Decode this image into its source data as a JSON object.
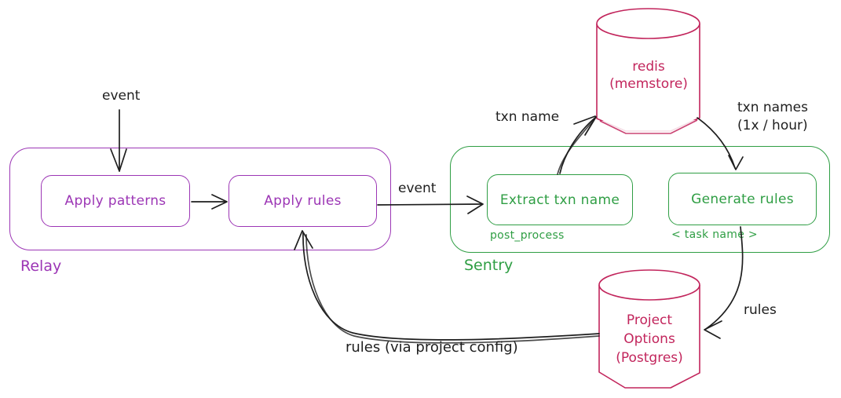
{
  "diagram": {
    "relay": {
      "label": "Relay",
      "apply_patterns": "Apply patterns",
      "apply_rules": "Apply rules"
    },
    "sentry": {
      "label": "Sentry",
      "extract_txn_name": "Extract txn name",
      "extract_caption": "post_process",
      "generate_rules": "Generate rules",
      "generate_caption": "< task name >"
    },
    "redis_store": {
      "line1": "redis",
      "line2": "(memstore)"
    },
    "postgres_store": {
      "line1": "Project",
      "line2": "Options",
      "line3": "(Postgres)"
    },
    "edges": {
      "event_in": "event",
      "event_mid": "event",
      "txn_name": "txn name",
      "txn_names_line1": "txn names",
      "txn_names_line2": "(1x / hour)",
      "rules": "rules",
      "rules_via": "rules (via project config)"
    },
    "colors": {
      "purple": "#9c36b5",
      "green": "#2f9e44",
      "crimson": "#c2255c",
      "ink": "#1e1e1e"
    }
  }
}
